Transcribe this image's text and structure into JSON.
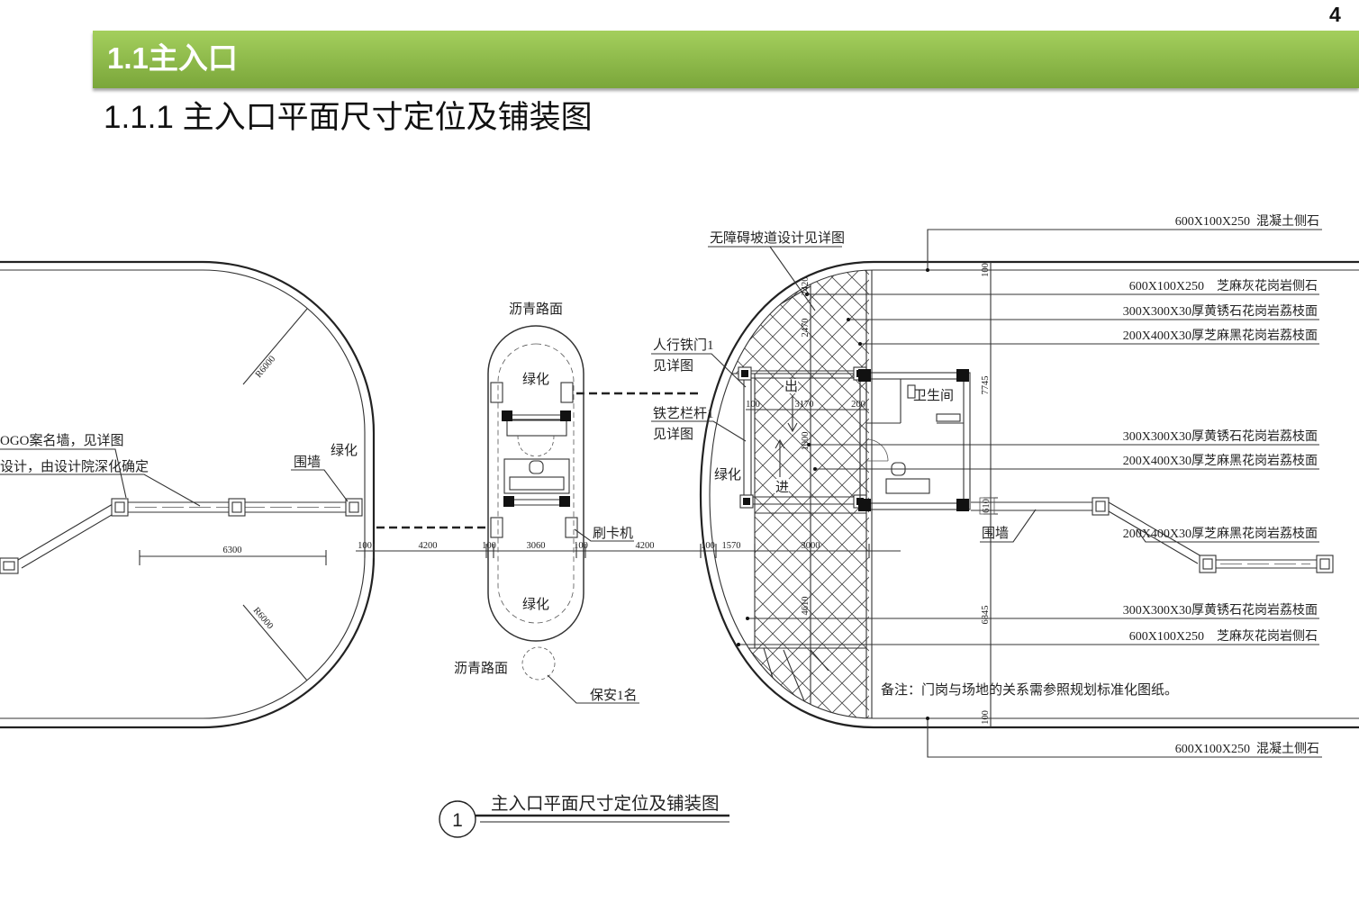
{
  "page": {
    "number": "4"
  },
  "header": {
    "section_title": "1.1主入口",
    "subtitle": "1.1.1 主入口平面尺寸定位及铺装图"
  },
  "colors": {
    "header_top": "#a4cf5d",
    "header_bottom": "#7aa63a",
    "line": "#333333"
  },
  "drawing": {
    "callouts": {
      "ramp": "无障碍坡道设计见详图",
      "pedestrian_gate": [
        "人行铁门1",
        "见详图"
      ],
      "railing": [
        "铁艺栏杆1",
        "见详图"
      ],
      "logo_wall": [
        "OGO案名墙，见详图",
        "设计，由设计院深化确定"
      ],
      "card_reader": "刷卡机",
      "guard": "保安1名",
      "wall_left": "围墙",
      "wall_right": "围墙"
    },
    "areas": {
      "asphalt_top": "沥青路面",
      "asphalt_bottom": "沥青路面",
      "green_left": "绿化",
      "green_island_top": "绿化",
      "green_island_bottom": "绿化",
      "green_right": "绿化",
      "restroom": "卫生间",
      "exit": "出",
      "entry": "进"
    },
    "materials": {
      "curb_top": "600X100X250  混凝土侧石",
      "upper": [
        "600X100X250    芝麻灰花岗岩侧石",
        "300X300X30厚黄锈石花岗岩荔枝面",
        "200X400X30厚芝麻黑花岗岩荔枝面"
      ],
      "middle": [
        "300X300X30厚黄锈石花岗岩荔枝面",
        "200X400X30厚芝麻黑花岗岩荔枝面"
      ],
      "wall_side": "200X400X30厚芝麻黑花岗岩荔枝面",
      "lower": [
        "300X300X30厚黄锈石花岗岩荔枝面",
        "600X100X250    芝麻灰花岗岩侧石"
      ],
      "curb_bottom": "600X100X250  混凝土侧石"
    },
    "dimensions": {
      "radius": [
        "R6000",
        "R6000"
      ],
      "wall_length": "6300",
      "road_chain": [
        "100",
        "4200",
        "100",
        "3060",
        "100",
        "4200",
        "100",
        "1570",
        "3000"
      ],
      "gatehouse": [
        "100",
        "3170",
        "200"
      ],
      "paving_vertical": [
        "2420",
        "2470",
        "1000",
        "4610"
      ],
      "overall_vertical": [
        "100",
        "7745",
        "610",
        "6845",
        "100"
      ]
    },
    "note": "备注：门岗与场地的关系需参照规划标准化图纸。"
  },
  "title_block": {
    "number": "1",
    "title": "主入口平面尺寸定位及铺装图"
  }
}
